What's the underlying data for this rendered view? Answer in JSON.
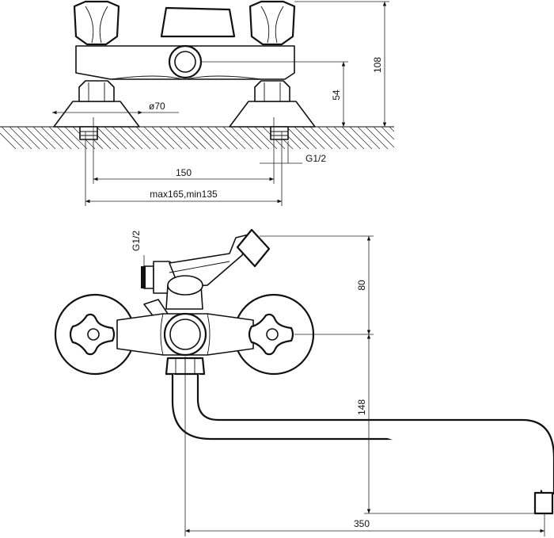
{
  "front_view": {
    "dimensions": {
      "height_total": "108",
      "height_inlet": "54",
      "flange_diameter": "ø70",
      "centers": "150",
      "centers_range": "max165,min135",
      "thread_inlet": "G1/2"
    }
  },
  "side_view": {
    "dimensions": {
      "thread_shower": "G1/2",
      "height_lever": "80",
      "height_spout": "148",
      "reach_spout": "350"
    }
  },
  "colors": {
    "line": "#111111",
    "background": "#ffffff"
  }
}
